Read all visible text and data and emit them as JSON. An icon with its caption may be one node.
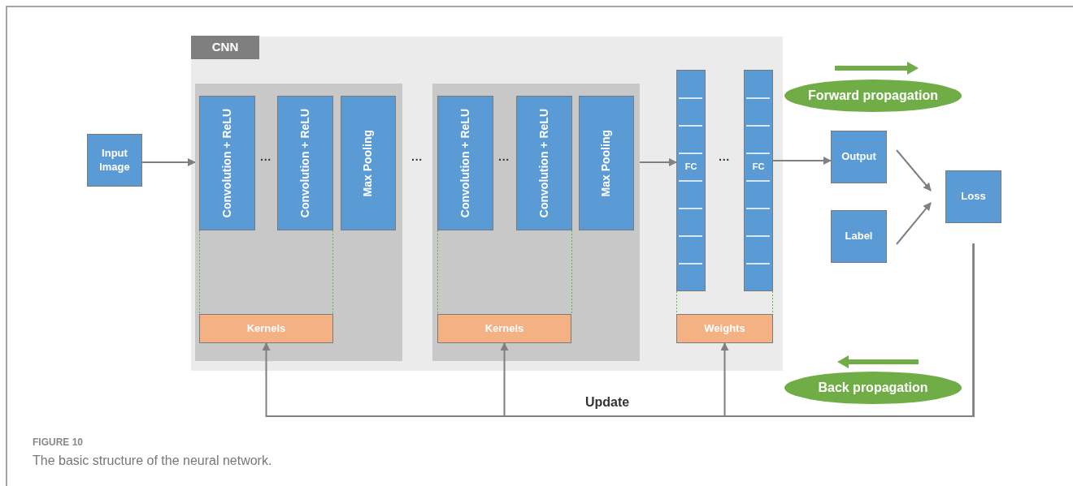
{
  "diagram": {
    "caption": "The basic structure of the neural network.",
    "nodes": [
      {
        "text": [
          "Input Image"
        ]
      },
      {
        "text": [
          "CNN"
        ]
      },
      {
        "text": [],
        "shape": "box",
        "in": 1
      },
      {
        "text": [
          "Convolution + ReLU"
        ],
        "in": 2
      },
      {
        "text": [
          "Convolution + ReLU"
        ],
        "in": 2
      },
      {
        "text": [
          "Max Pooling"
        ],
        "in": 2
      },
      {
        "text": [
          "Kernels"
        ],
        "in": 2
      },
      {
        "text": [],
        "shape": "box",
        "in": 1
      },
      {
        "text": [
          "Convolution + ReLU"
        ],
        "in": 7
      },
      {
        "text": [
          "Convolution + ReLU"
        ],
        "in": 7
      },
      {
        "text": [
          "Max Pooling"
        ],
        "in": 7
      },
      {
        "text": [
          "Kernels"
        ],
        "in": 7
      },
      {
        "text": [
          "FC"
        ],
        "in": 1
      },
      {
        "text": [
          "FC"
        ],
        "in": 1
      },
      {
        "text": [
          "Weights"
        ],
        "in": 1
      },
      {
        "text": [
          "Forward propagation"
        ]
      },
      {
        "text": [
          "Output"
        ]
      },
      {
        "text": [
          "Label"
        ]
      },
      {
        "text": [
          "Loss"
        ]
      },
      {
        "text": [
          "Back propagation"
        ]
      }
    ],
    "edges": [
      {
        "from": 0,
        "to": 2,
        "arrow": "to"
      },
      {
        "from": 7,
        "to": 12,
        "arrow": "to"
      },
      {
        "from": 13,
        "to": 16,
        "arrow": "to"
      },
      {
        "from": 16,
        "to": 18,
        "arrow": "to"
      },
      {
        "from": 17,
        "to": 18,
        "arrow": "to"
      },
      {
        "from": 18,
        "to": 6,
        "arrow": "to"
      },
      {
        "from": 18,
        "to": 11,
        "arrow": "to"
      },
      {
        "from": 18,
        "to": 14,
        "arrow": "to"
      },
      {
        "from": 3,
        "to": 6,
        "arrow": "none",
        "style": "dashed",
        "color": "#6ab04c"
      },
      {
        "from": 4,
        "to": 6,
        "arrow": "none",
        "style": "dashed",
        "color": "#6ab04c"
      },
      {
        "from": 8,
        "to": 11,
        "arrow": "none",
        "style": "dashed",
        "color": "#6ab04c"
      },
      {
        "from": 9,
        "to": 11,
        "arrow": "none",
        "style": "dashed",
        "color": "#6ab04c"
      },
      {
        "from": 12,
        "to": 14,
        "arrow": "none",
        "style": "dashed",
        "color": "#6ab04c"
      },
      {
        "from": 13,
        "to": 14,
        "arrow": "none",
        "style": "dashed",
        "color": "#6ab04c"
      }
    ],
    "labels": [
      "···",
      "···",
      "···",
      "···",
      "Update",
      "FIGURE 10"
    ]
  }
}
